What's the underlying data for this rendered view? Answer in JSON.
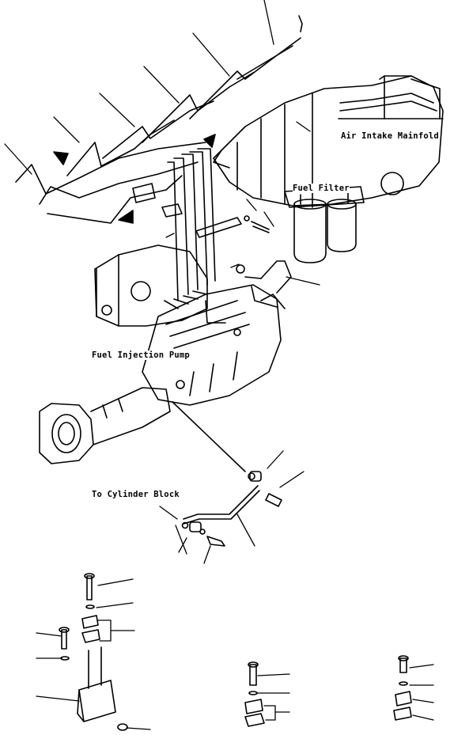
{
  "labels": {
    "air_intake_manifold": "Air Intake Mainfold",
    "fuel_filter": "Fuel Filter",
    "fuel_injection_pump": "Fuel Injection Pump",
    "to_cylinder_block": "To Cylinder Block"
  },
  "style": {
    "ink": "#000000",
    "paper": "#ffffff"
  }
}
